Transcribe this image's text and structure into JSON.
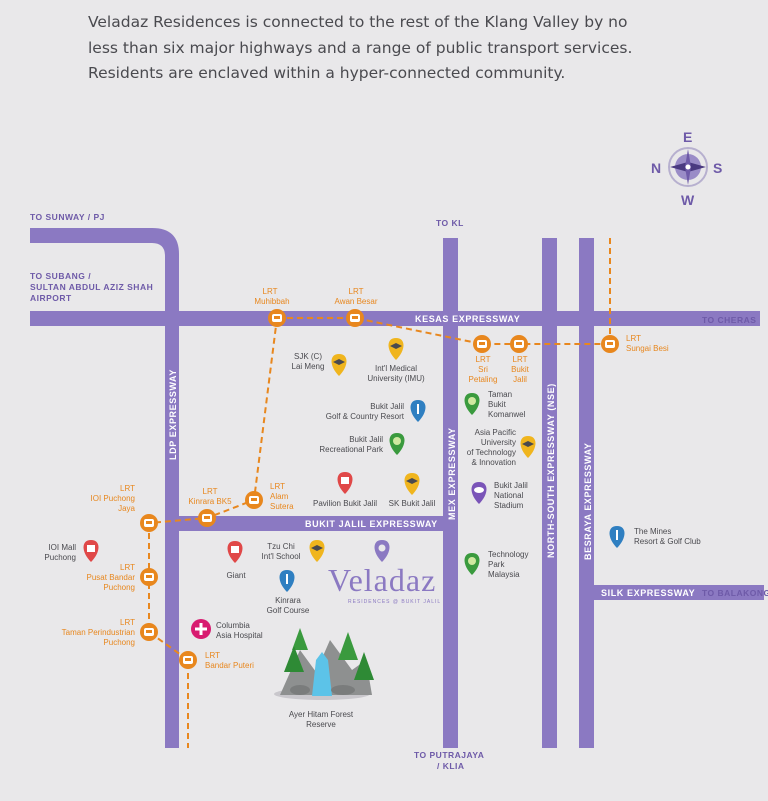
{
  "intro": "Veladaz Residences is connected to the rest of the Klang Valley by no less than six major highways and a range of public transport services. Residents are enclaved within a hyper-connected community.",
  "compass": {
    "n": "N",
    "e": "E",
    "s": "S",
    "w": "W"
  },
  "directions": {
    "sunway": "TO SUNWAY / PJ",
    "subang1": "TO SUBANG /",
    "subang2": "SULTAN ABDUL AZIZ SHAH",
    "subang3": "AIRPORT",
    "kl": "TO KL",
    "cheras": "TO CHERAS",
    "balakong": "TO BALAKONG",
    "putrajaya1": "TO PUTRAJAYA",
    "putrajaya2": "/ KLIA"
  },
  "roads": {
    "kesas": "KESAS EXPRESSWAY",
    "bukit_jalil": "BUKIT JALIL EXPRESSWAY",
    "ldp": "LDP EXPRESSWAY",
    "mex": "MEX EXPRESSWAY",
    "nse": "NORTH-SOUTH EXPRESSWAY (NSE)",
    "besraya": "BESRAYA EXPRESSWAY",
    "silk": "SILK EXPRESSWAY"
  },
  "lrt": {
    "muhibbah": [
      "LRT",
      "Muhibbah"
    ],
    "awan_besar": [
      "LRT",
      "Awan Besar"
    ],
    "sri_petaling": [
      "LRT",
      "Sri",
      "Petaling"
    ],
    "bukit_jalil": [
      "LRT",
      "Bukit",
      "Jalil"
    ],
    "sungai_besi": [
      "LRT",
      "Sungai Besi"
    ],
    "kinrara_bk5": [
      "LRT",
      "Kinrara BK5"
    ],
    "alam_sutera": [
      "LRT",
      "Alam",
      "Sutera"
    ],
    "ioi_puchong": [
      "LRT",
      "IOI Puchong",
      "Jaya"
    ],
    "pusat_bandar": [
      "LRT",
      "Pusat Bandar",
      "Puchong"
    ],
    "taman_perindustrian": [
      "LRT",
      "Taman Perindustrian",
      "Puchong"
    ],
    "bandar_puteri": [
      "LRT",
      "Bandar Puteri"
    ]
  },
  "poi": {
    "sjk": [
      "SJK (C)",
      "Lai Meng"
    ],
    "imu": [
      "Int'l Medical",
      "University (IMU)"
    ],
    "golf": [
      "Bukit Jalil",
      "Golf & Country Resort"
    ],
    "rec_park": [
      "Bukit Jalil",
      "Recreational Park"
    ],
    "pavilion": [
      "Pavilion Bukit Jalil"
    ],
    "sk_bukit_jalil": [
      "SK Bukit Jalil"
    ],
    "taman_komanwel": [
      "Taman",
      "Bukit",
      "Komanwel"
    ],
    "apu": [
      "Asia Pacific",
      "University",
      "of Technology",
      "& Innovation"
    ],
    "stadium": [
      "Bukit Jalil",
      "National",
      "Stadium"
    ],
    "tpm": [
      "Technology",
      "Park",
      "Malaysia"
    ],
    "mines": [
      "The Mines",
      "Resort & Golf Club"
    ],
    "ioi_mall": [
      "IOI Mall",
      "Puchong"
    ],
    "giant": [
      "Giant"
    ],
    "tzu_chi": [
      "Tzu Chi",
      "Int'l School"
    ],
    "kinrara_golf": [
      "Kinrara",
      "Golf Course"
    ],
    "columbia": [
      "Columbia",
      "Asia Hospital"
    ],
    "ayer_hitam": [
      "Ayer Hitam Forest",
      "Reserve"
    ]
  },
  "brand": {
    "name": "Veladaz",
    "tagline": "RESIDENCES @ BUKIT JALIL"
  },
  "colors": {
    "road": "#8b79c2",
    "rail": "#e8871e",
    "text": "#4a4a4f",
    "brand": "#8b79c2"
  }
}
